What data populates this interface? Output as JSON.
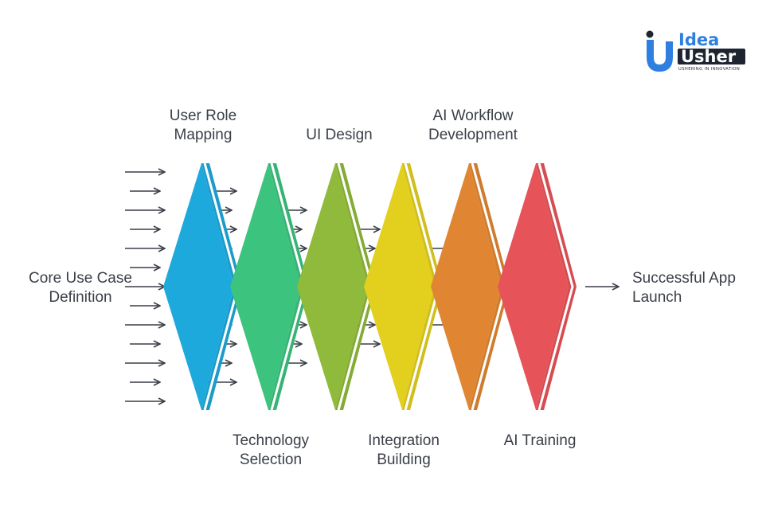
{
  "logo": {
    "word1": "Idea",
    "word2": "Usher",
    "tagline": "USHERING IN INNOVATION",
    "colors": {
      "blue": "#2f7fe0",
      "dark": "#1f2530"
    }
  },
  "flow": {
    "start_label": [
      "Core Use Case",
      "Definition"
    ],
    "end_label": [
      "Successful App",
      "Launch"
    ],
    "stages": [
      {
        "name": [
          "User Role",
          "Mapping"
        ],
        "position": "top",
        "color": "#1ea9dd",
        "arrows_in": 13
      },
      {
        "name": [
          "Technology",
          "Selection"
        ],
        "position": "bottom",
        "color": "#3cc37e",
        "arrows_in": 11
      },
      {
        "name": [
          "UI Design"
        ],
        "position": "top",
        "color": "#8fba3b",
        "arrows_in": 9
      },
      {
        "name": [
          "Integration",
          "Building"
        ],
        "position": "bottom",
        "color": "#e2cf1e",
        "arrows_in": 7
      },
      {
        "name": [
          "AI Workflow",
          "Development"
        ],
        "position": "top",
        "color": "#e08632",
        "arrows_in": 5
      },
      {
        "name": [
          "AI Training"
        ],
        "position": "bottom",
        "color": "#e65459",
        "arrows_in": 3
      }
    ],
    "arrows_out": 1
  }
}
